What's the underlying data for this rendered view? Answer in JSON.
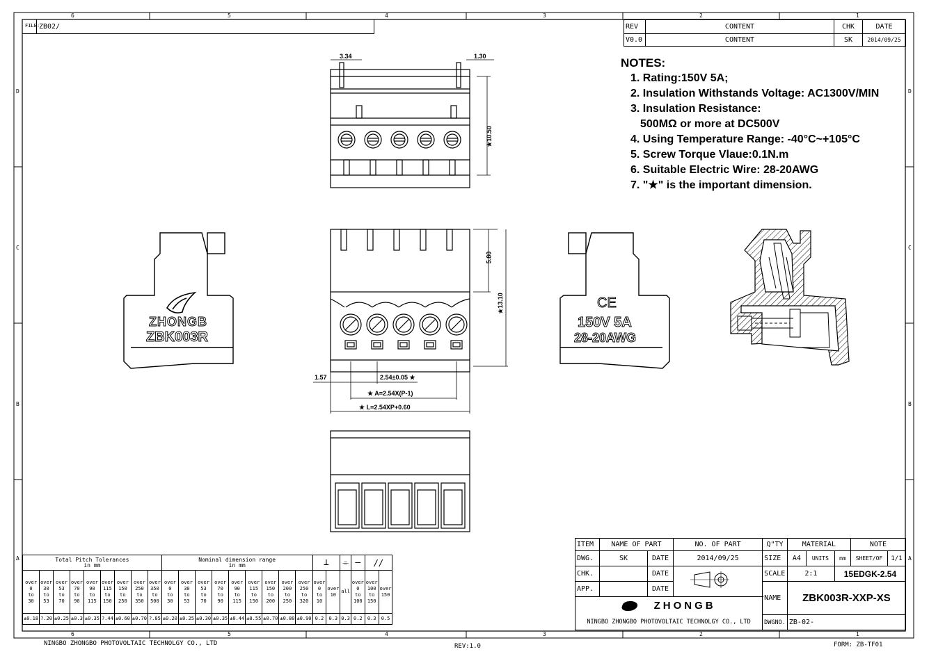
{
  "frame": {
    "top_zones": [
      "6",
      "5",
      "4",
      "3",
      "2",
      "1"
    ],
    "side_zones": [
      "D",
      "C",
      "B",
      "A"
    ]
  },
  "file_label": "FILE:",
  "file_name": "ZB02/",
  "rev_table": {
    "headers": [
      "REV",
      "CONTENT",
      "CHK",
      "DATE"
    ],
    "row": [
      "V0.0",
      "CONTENT",
      "SK",
      "2014/09/25"
    ]
  },
  "notes": {
    "title": "NOTES:",
    "items": [
      "1. Rating:150V 5A;",
      "2. Insulation Withstands Voltage:  AC1300V/MIN",
      "3. Insulation Resistance:",
      "   500MΩ or more at DC500V",
      "4. Using Temperature Range:   -40°C~+105°C",
      "5. Screw Torque Vlaue:0.1N.m",
      "6. Suitable Electric Wire: 28-20AWG",
      "7. \"★\" is the important dimension."
    ]
  },
  "dimensions": {
    "top_left": "3.34",
    "top_right": "1.30",
    "height_top": "★10.50",
    "h_580": "5.80",
    "h_1310": "★13.10",
    "d_157": "1.57",
    "pitch": "2.54±0.05 ★",
    "a_formula": "★ A=2.54X(P-1)",
    "l_formula": "★ L=2.54XP+0.60"
  },
  "left_view": {
    "brand": "ZHONGB",
    "model": "ZBK003R"
  },
  "right_view": {
    "mark": "CE",
    "rating": "150V 5A",
    "wire": "28-20AWG"
  },
  "tolerance_table": {
    "pitch_title": "Total Pitch Tolerances",
    "pitch_unit": "in mm",
    "nominal_title": "Nominal dimension range",
    "nominal_unit": "in mm",
    "symbols": [
      "⊥",
      "⌯",
      "—",
      "//"
    ],
    "pitch_ranges": [
      [
        "over",
        "0",
        "to",
        "30"
      ],
      [
        "over",
        "30",
        "to",
        "53"
      ],
      [
        "over",
        "53",
        "to",
        "70"
      ],
      [
        "over",
        "70",
        "to",
        "90"
      ],
      [
        "over",
        "90",
        "to",
        "115"
      ],
      [
        "over",
        "115",
        "to",
        "150"
      ],
      [
        "over",
        "150",
        "to",
        "250"
      ],
      [
        "over",
        "250",
        "to",
        "350"
      ],
      [
        "over",
        "350",
        "to",
        "500"
      ]
    ],
    "pitch_values": [
      "±0.18",
      "?.20",
      "±0.25",
      "±0.3",
      "±0.35",
      "?.44",
      "±0.60",
      "±0.70",
      "?.85"
    ],
    "nominal_ranges": [
      [
        "over",
        "0",
        "to",
        "30"
      ],
      [
        "over",
        "30",
        "to",
        "53"
      ],
      [
        "over",
        "53",
        "to",
        "70"
      ],
      [
        "over",
        "70",
        "to",
        "90"
      ],
      [
        "over",
        "90",
        "to",
        "115"
      ],
      [
        "over",
        "115",
        "to",
        "150"
      ],
      [
        "over",
        "150",
        "to",
        "200"
      ],
      [
        "over",
        "200",
        "to",
        "250"
      ],
      [
        "over",
        "250",
        "to",
        "320"
      ]
    ],
    "nominal_values": [
      "±0.20",
      "±0.25",
      "±0.30",
      "±0.35",
      "±0.44",
      "±0.55",
      "±0.70",
      "±0.80",
      "±0.90"
    ],
    "sym_ranges": [
      [
        "over",
        "0",
        "to",
        "10"
      ],
      [
        "over",
        "10"
      ],
      [
        "all"
      ],
      [
        "over",
        "0",
        "to",
        "100"
      ],
      [
        "over",
        "100",
        "to",
        "150"
      ],
      [
        "over",
        "150"
      ]
    ],
    "sym_values": [
      "0.2",
      "0.3",
      "0.3",
      "0.2",
      "0.3",
      "0.5"
    ]
  },
  "title_block": {
    "h_item": "ITEM",
    "h_name": "NAME OF PART",
    "h_no": "NO. OF PART",
    "h_qty": "Q\"TY",
    "h_mat": "MATERIAL",
    "h_note": "NOTE",
    "dwg": "DWG.",
    "dwg_by": "SK",
    "date_label": "DATE",
    "dwg_date": "2014/09/25",
    "size_label": "SIZE",
    "size": "A4",
    "units_label": "UNITS",
    "units": "mm",
    "sheet_label": "SHEET/OF",
    "sheet": "1/1",
    "chk": "CHK.",
    "app": "APP.",
    "scale_label": "SCALE",
    "scale": "2:1",
    "part_code": "15EDGK-2.54",
    "name_label": "NAME",
    "part_name": "ZBK003R-XXP-XS",
    "logo_text": "ZHONGB",
    "company": "NINGBO ZHONGBO PHOTOVOLTAIC TECHNOLGY CO., LTD",
    "dwgno_label": "DWGNO.",
    "dwgno": "ZB-02-"
  },
  "footer": {
    "company": "NINGBO ZHONGBO PHOTOVOLTAIC TECHNOLGY CO., LTD",
    "rev": "REV:1.0",
    "form": "FORM: ZB-TF01"
  }
}
